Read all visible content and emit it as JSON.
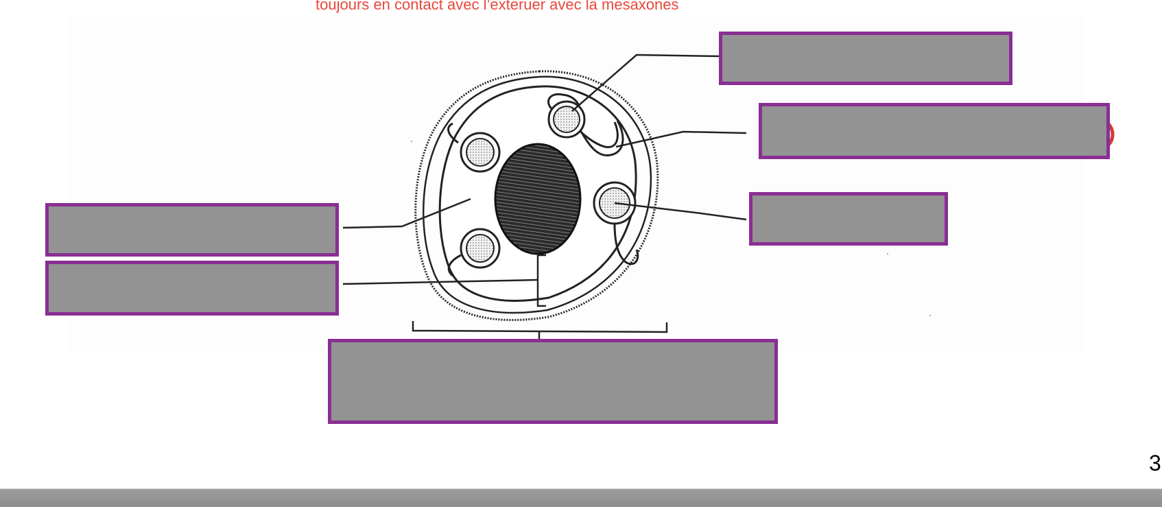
{
  "caption": {
    "text": "toujours en contact avec l’exteruer avec la mesaxones",
    "color": "#e8473b"
  },
  "diagram": {
    "label_boxes": [
      {
        "id": "top-right-1",
        "text": ""
      },
      {
        "id": "top-right-2",
        "text": ""
      },
      {
        "id": "right-middle",
        "text": ""
      },
      {
        "id": "left-upper",
        "text": ""
      },
      {
        "id": "left-lower",
        "text": ""
      },
      {
        "id": "bottom-center",
        "text": ""
      }
    ],
    "box_fill_color": "#939393",
    "box_border_color": "#892e94"
  },
  "page_number": "3",
  "footer": {
    "bar_color": "#939393"
  }
}
